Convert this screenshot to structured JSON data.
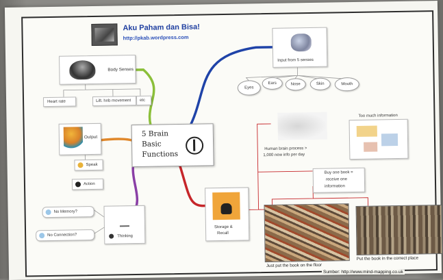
{
  "header": {
    "title": "Aku Paham dan Bisa!",
    "url": "http://pkab.wordpress.com"
  },
  "center": {
    "lines": [
      "5 Brain",
      "Basic",
      "Functions"
    ]
  },
  "branches": {
    "body_senses": {
      "label": "Body Senses",
      "children": [
        "Heart rate",
        "Lift. hnb movement",
        "etc"
      ]
    },
    "output": {
      "label": "Output",
      "children": [
        "Speak",
        "Action"
      ]
    },
    "thinking": {
      "label": "Thinking",
      "children": [
        "No Memory?",
        "No Connection?"
      ]
    },
    "input": {
      "label": "Input from 5 senses",
      "children": [
        "Eyes",
        "Ears",
        "Nose",
        "Skin",
        "Mouth"
      ]
    },
    "storage": {
      "label_lines": [
        "Storage &",
        "Recall"
      ],
      "notes": [
        "Human brain process >",
        "1,000 new info per day",
        "Too much information",
        "Buy one book =",
        "receive one",
        "information"
      ],
      "captions": [
        "Just put the book on the floor",
        "Put the book in the correct place"
      ]
    }
  },
  "source": "Sumber: http://www.mind-mapping.co.uk",
  "colors": {
    "title": "#1f3fa0",
    "branch_green": "#8bbf3a",
    "branch_blue": "#1f43a8",
    "branch_purple": "#8a3fa6",
    "branch_red": "#c6262a",
    "branch_orange": "#e0872a"
  }
}
